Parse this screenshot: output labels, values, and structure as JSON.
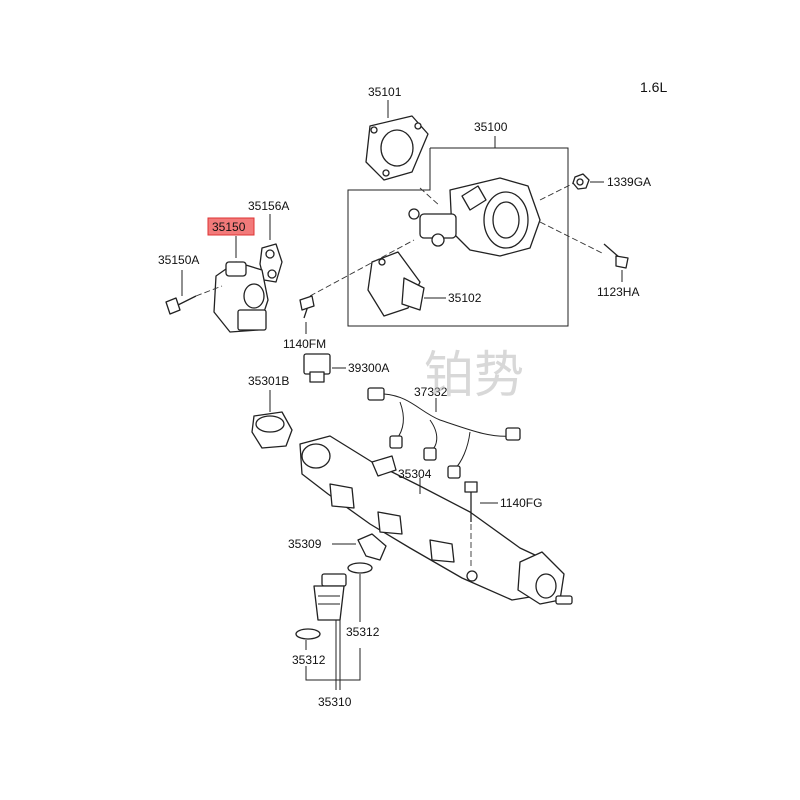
{
  "engine": "1.6L",
  "highlight_color": "#f27a7a",
  "watermark": "铂势",
  "parts": {
    "p35101": "35101",
    "p35100": "35100",
    "p1339GA": "1339GA",
    "p35156A": "35156A",
    "p35150": "35150",
    "p35150A": "35150A",
    "p1123HA": "1123HA",
    "p35102": "35102",
    "p1140FM": "1140FM",
    "p39300A": "39300A",
    "p35301B": "35301B",
    "p37332": "37332",
    "p35304": "35304",
    "p1140FG": "1140FG",
    "p35309": "35309",
    "p35312a": "35312",
    "p35312b": "35312",
    "p35310": "35310"
  }
}
